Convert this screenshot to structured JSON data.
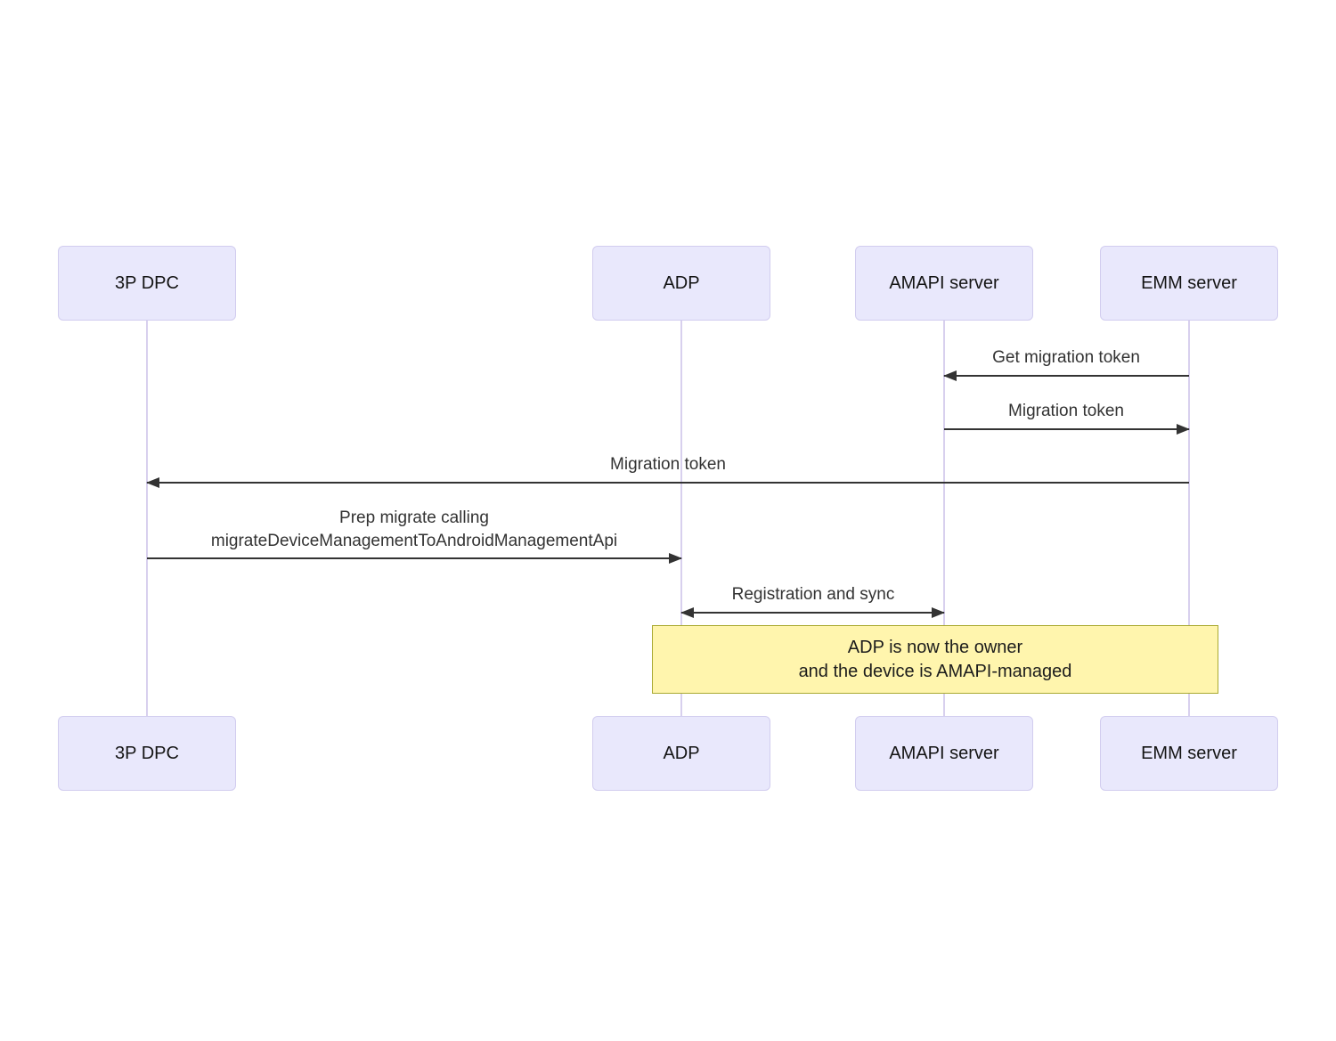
{
  "diagram": {
    "type": "sequence",
    "actors": [
      {
        "label": "3P DPC"
      },
      {
        "label": "ADP"
      },
      {
        "label": "AMAPI server"
      },
      {
        "label": "EMM server"
      }
    ],
    "messages": [
      {
        "label": "Get migration token",
        "from": "EMM server",
        "to": "AMAPI server",
        "direction": "left"
      },
      {
        "label": "Migration token",
        "from": "AMAPI server",
        "to": "EMM server",
        "direction": "right"
      },
      {
        "label": "Migration token",
        "from": "EMM server",
        "to": "3P DPC",
        "direction": "left"
      },
      {
        "label": "Prep migrate calling\nmigrateDeviceManagementToAndroidManagementApi",
        "from": "3P DPC",
        "to": "ADP",
        "direction": "right"
      },
      {
        "label": "Registration and sync",
        "from": "ADP",
        "to": "AMAPI server",
        "direction": "both"
      }
    ],
    "note": {
      "label": "ADP is now the owner\nand the device is AMAPI-managed",
      "over": [
        "ADP",
        "EMM server"
      ]
    },
    "colors": {
      "actor_fill": "#e9e8fc",
      "actor_border": "#d2cdef",
      "lifeline": "#d8d0ee",
      "arrow": "#333333",
      "message_text": "#333333",
      "note_fill": "#fff5ad",
      "note_border": "#aaaa33"
    }
  }
}
